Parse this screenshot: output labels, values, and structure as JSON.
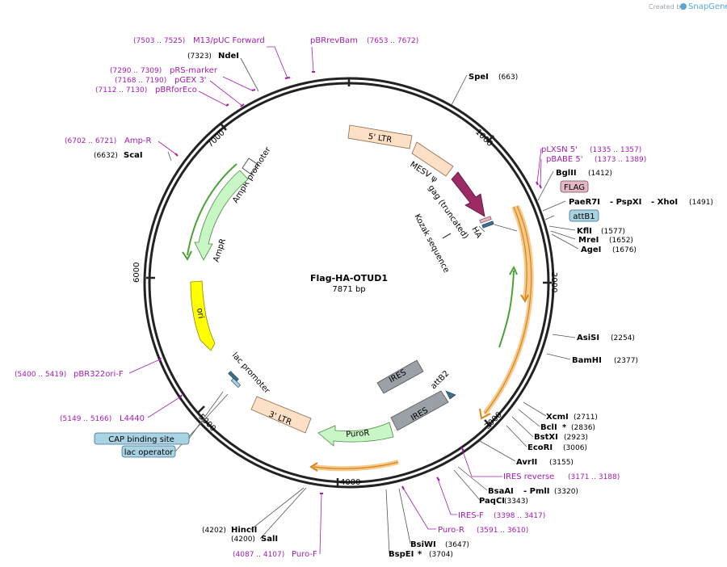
{
  "brand": {
    "created_by": "Created by",
    "app": "SnapGene"
  },
  "plasmid": {
    "name": "Flag-HA-OTUD1",
    "size": "7871 bp"
  },
  "scale_ticks": [
    "1000",
    "2000",
    "3000",
    "4000",
    "5000",
    "6000",
    "7000"
  ],
  "sites": {
    "SpeI": "(663)",
    "BglII": "(1412)",
    "PaeR7I": "PaeR7I",
    "PspXI": "- PspXI",
    "XhoI": "- XhoI",
    "PaeR7I_coord": "(1491)",
    "KflI": "(1577)",
    "MreI": "(1652)",
    "AgeI": "(1676)",
    "AsiSI": "(2254)",
    "BamHI": "(2377)",
    "XcmI": "(2711)",
    "BclI": "(2836)",
    "BstXI": "(2923)",
    "EcoRI": "(3006)",
    "AvrII": "(3155)",
    "BsaAI": "BsaAI",
    "PmlI": "- PmlI",
    "BsaAI_coord": "(3320)",
    "PaqCI": "(3343)",
    "BsiWI": "(3647)",
    "BspEI": "(3704)",
    "SalI": "(4200)",
    "HincII": "(4202)",
    "ScaI": "(6632)",
    "NdeI": "(7323)",
    "star": "*"
  },
  "site_names": {
    "SpeI": "SpeI",
    "BglII": "BglII",
    "KflI": "KflI",
    "MreI": "MreI",
    "AgeI": "AgeI",
    "AsiSI": "AsiSI",
    "BamHI": "BamHI",
    "XcmI": "XcmI",
    "BclI": "BclI",
    "BstXI": "BstXI",
    "EcoRI": "EcoRI",
    "AvrII": "AvrII",
    "PaqCI": "PaqCI",
    "BsiWI": "BsiWI",
    "BspEI": "BspEI",
    "SalI": "SalI",
    "HincII": "HincII",
    "ScaI": "ScaI",
    "NdeI": "NdeI"
  },
  "primers": {
    "M13": {
      "name": "M13/pUC Forward",
      "coord": "(7503 .. 7525)"
    },
    "pBRrevBam": {
      "name": "pBRrevBam",
      "coord": "(7653 .. 7672)"
    },
    "pRS": {
      "name": "pRS-marker",
      "coord": "(7290 .. 7309)"
    },
    "pGEX": {
      "name": "pGEX 3'",
      "coord": "(7168 .. 7190)"
    },
    "pBRforEco": {
      "name": "pBRforEco",
      "coord": "(7112 .. 7130)"
    },
    "AmpR": {
      "name": "Amp-R",
      "coord": "(6702 .. 6721)"
    },
    "pLXSN": {
      "name": "pLXSN 5'",
      "coord": "(1335 .. 1357)"
    },
    "pBABE": {
      "name": "pBABE 5'",
      "coord": "(1373 .. 1389)"
    },
    "IRESrev": {
      "name": "IRES reverse",
      "coord": "(3171 .. 3188)"
    },
    "IRESF": {
      "name": "IRES-F",
      "coord": "(3398 .. 3417)"
    },
    "PuroR": {
      "name": "Puro-R",
      "coord": "(3591 .. 3610)"
    },
    "PuroF": {
      "name": "Puro-F",
      "coord": "(4087 .. 4107)"
    },
    "pBR322": {
      "name": "pBR322ori-F",
      "coord": "(5400 .. 5419)"
    },
    "L4440": {
      "name": "L4440",
      "coord": "(5149 .. 5166)"
    }
  },
  "features": {
    "ltr5": "5' LTR",
    "mesv": "MESV ψ",
    "gag": "gag (truncated)",
    "ha": "HA",
    "kozak": "Kozak sequence",
    "ampr_promoter": "AmpR promoter",
    "ampr": "AmpR",
    "ori": "ori",
    "lac_promoter": "lac promoter",
    "ltr3": "3' LTR",
    "puror": "PuroR",
    "ires1": "IRES",
    "ires2": "IRES",
    "attb2": "attB2"
  },
  "boxes": {
    "flag": "FLAG",
    "attb1": "attB1",
    "cap": "CAP binding site",
    "lac_operator": "lac operator"
  },
  "colors": {
    "ltr": "#fde0c5",
    "gag": "#9b2b62",
    "ampr": "#c8f7c5",
    "ori": "#ffff00",
    "ires": "#9aa0a6",
    "orf": "#f5a623",
    "primer": "#a21caf",
    "flag_box": "#e3b7c4",
    "blue_box": "#a9d3e3"
  }
}
